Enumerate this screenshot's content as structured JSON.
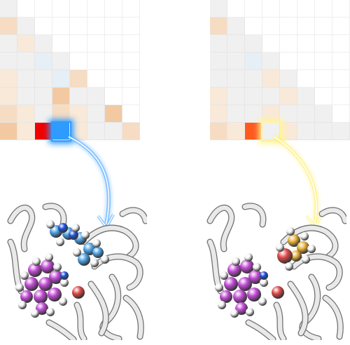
{
  "colors": {
    "empty": "#ffffff",
    "neutral": "#f0f0f0",
    "light_orange": "#f6dcc2",
    "pale_orange": "#f9e9d8",
    "mid_orange": "#f2c9a0",
    "pale_blue": "#e6eef6",
    "red": "#f00000",
    "orange_red": "#ff5a1e",
    "blue": "#2f9bff",
    "yellow_glow": "#fff59a",
    "blue_arrow": "#4fa8ff",
    "yellow_arrow": "#ffef6a",
    "ribbon": "#e9e9e9",
    "ribbon_edge": "#6e6e6e",
    "magenta": "#c24bd6",
    "white_atom": "#f4f4f4",
    "nitrogen": "#1e4fd8",
    "oxygen": "#e04848",
    "teal": "#4ea3e6",
    "gold": "#e9b23a"
  },
  "panels": [
    {
      "name": "left",
      "matrix": [
        [
          "neutral",
          "empty",
          "empty",
          "empty",
          "empty",
          "empty",
          "empty",
          "empty"
        ],
        [
          "light_orange",
          "neutral",
          "empty",
          "empty",
          "empty",
          "empty",
          "empty",
          "empty"
        ],
        [
          "neutral",
          "pale_orange",
          "neutral",
          "empty",
          "empty",
          "empty",
          "empty",
          "empty"
        ],
        [
          "neutral",
          "neutral",
          "pale_blue",
          "neutral",
          "empty",
          "empty",
          "empty",
          "empty"
        ],
        [
          "pale_orange",
          "neutral",
          "neutral",
          "pale_blue",
          "light_orange",
          "empty",
          "empty",
          "empty"
        ],
        [
          "pale_orange",
          "neutral",
          "neutral",
          "mid_orange",
          "neutral",
          "neutral",
          "empty",
          "empty"
        ],
        [
          "light_orange",
          "pale_orange",
          "neutral",
          "light_orange",
          "pale_orange",
          "neutral",
          "mid_orange",
          "empty"
        ],
        [
          "mid_orange",
          "pale_orange",
          "red",
          "blue",
          "pale_orange",
          "neutral",
          "neutral",
          "light_orange"
        ]
      ],
      "highlight": {
        "row": 7,
        "col": 3,
        "glow": "blue"
      },
      "arrow_color": "blue_arrow",
      "ligand": "blue"
    },
    {
      "name": "right",
      "matrix": [
        [
          "neutral",
          "empty",
          "empty",
          "empty",
          "empty",
          "empty",
          "empty",
          "empty"
        ],
        [
          "light_orange",
          "neutral",
          "empty",
          "empty",
          "empty",
          "empty",
          "empty",
          "empty"
        ],
        [
          "neutral",
          "neutral",
          "neutral",
          "empty",
          "empty",
          "empty",
          "empty",
          "empty"
        ],
        [
          "neutral",
          "neutral",
          "pale_blue",
          "neutral",
          "empty",
          "empty",
          "empty",
          "empty"
        ],
        [
          "neutral",
          "neutral",
          "neutral",
          "pale_orange",
          "neutral",
          "empty",
          "empty",
          "empty"
        ],
        [
          "pale_orange",
          "neutral",
          "neutral",
          "neutral",
          "pale_orange",
          "neutral",
          "empty",
          "empty"
        ],
        [
          "pale_orange",
          "neutral",
          "neutral",
          "pale_orange",
          "neutral",
          "neutral",
          "neutral",
          "empty"
        ],
        [
          "light_orange",
          "pale_orange",
          "orange_red",
          "neutral",
          "pale_orange",
          "neutral",
          "neutral",
          "neutral"
        ]
      ],
      "highlight": {
        "row": 7,
        "col": 3,
        "glow": "yellow_glow"
      },
      "arrow_color": "yellow_arrow",
      "ligand": "gold"
    }
  ]
}
